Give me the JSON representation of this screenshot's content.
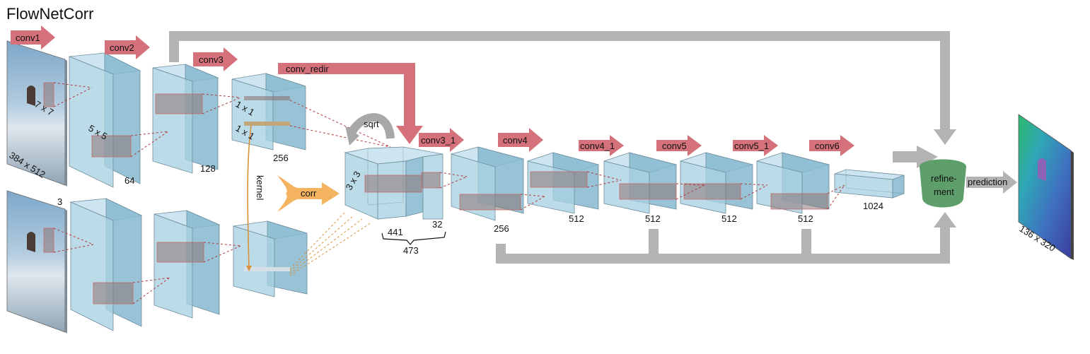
{
  "title": "FlowNetCorr",
  "layers": {
    "conv1": "conv1",
    "conv2": "conv2",
    "conv3": "conv3",
    "conv_redir": "conv_redir",
    "conv3_1": "conv3_1",
    "conv4": "conv4",
    "conv4_1": "conv4_1",
    "conv5": "conv5",
    "conv5_1": "conv5_1",
    "conv6": "conv6"
  },
  "ops": {
    "corr": "corr",
    "sqrt": "sqrt",
    "kernel": "kernel",
    "refinement": [
      "refine-",
      "ment"
    ],
    "prediction": "prediction"
  },
  "kernels": {
    "k7": "7 x 7",
    "k5": "5 x 5",
    "k1a": "1 x 1",
    "k1b": "1 x 1",
    "k3": "3 x 3"
  },
  "dims": {
    "input": "384 x 512",
    "input_ch": "3",
    "c1": "64",
    "c2": "128",
    "c3": "256",
    "corr_a": "441",
    "corr_b": "32",
    "corr_sum": "473",
    "c3_1": "256",
    "c4": "512",
    "c4_1": "512",
    "c5": "512",
    "c5_1": "512",
    "c6": "1024",
    "output": "136 x 320"
  },
  "colors": {
    "layer_arrow": "#d4717a",
    "feature_box": "#a9d1e2",
    "corr_arrow": "#f3b35f",
    "skip_path": "#b3b3b3",
    "refinement": "#5d9e6a"
  }
}
